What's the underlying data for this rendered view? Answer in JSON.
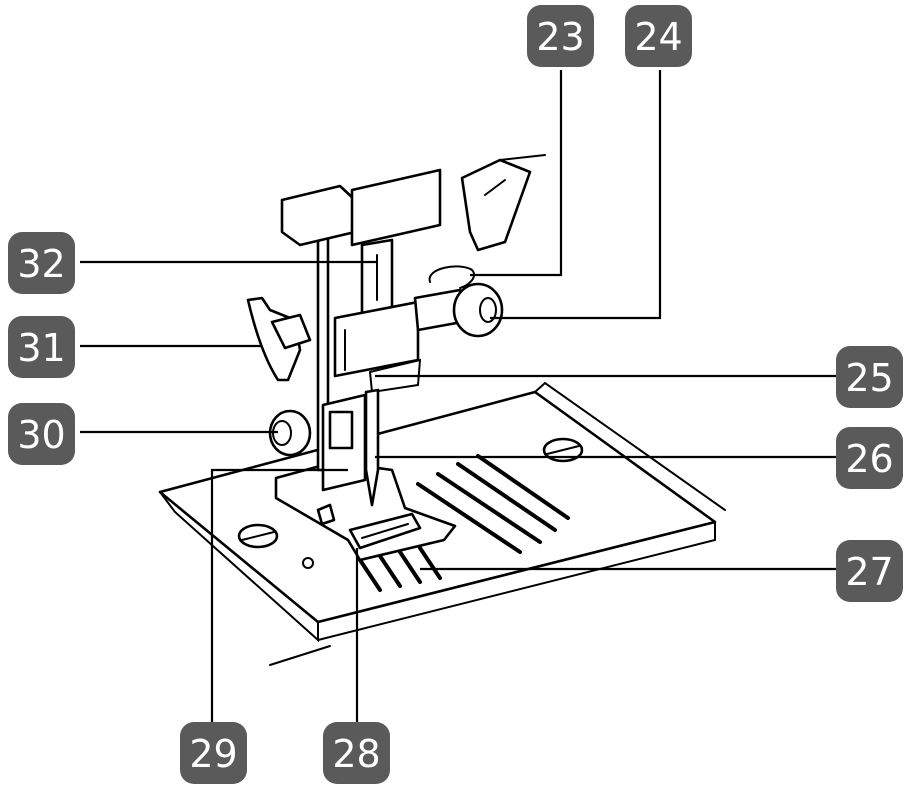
{
  "diagram": {
    "callouts": [
      {
        "id": "c23",
        "label": "23"
      },
      {
        "id": "c24",
        "label": "24"
      },
      {
        "id": "c25",
        "label": "25"
      },
      {
        "id": "c26",
        "label": "26"
      },
      {
        "id": "c27",
        "label": "27"
      },
      {
        "id": "c28",
        "label": "28"
      },
      {
        "id": "c29",
        "label": "29"
      },
      {
        "id": "c30",
        "label": "30"
      },
      {
        "id": "c31",
        "label": "31"
      },
      {
        "id": "c32",
        "label": "32"
      }
    ],
    "colors": {
      "badge": "#5a5a5a",
      "badge_text": "#ffffff",
      "line_art": "#000000",
      "background": "#ffffff"
    }
  }
}
